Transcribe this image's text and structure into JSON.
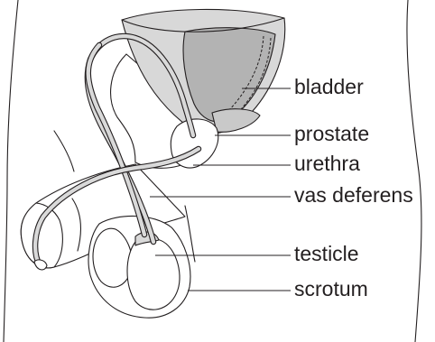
{
  "labels": {
    "bladder": "bladder",
    "prostate": "prostate",
    "urethra": "urethra",
    "vas_deferens": "vas deferens",
    "testicle": "testicle",
    "scrotum": "scrotum"
  },
  "colors": {
    "line": "#231f20",
    "bladder_fill": "#d8d8d8",
    "bladder_interior": "#b3b3b3",
    "duct_fill": "#d9d9d9",
    "skin": "#ffffff"
  }
}
